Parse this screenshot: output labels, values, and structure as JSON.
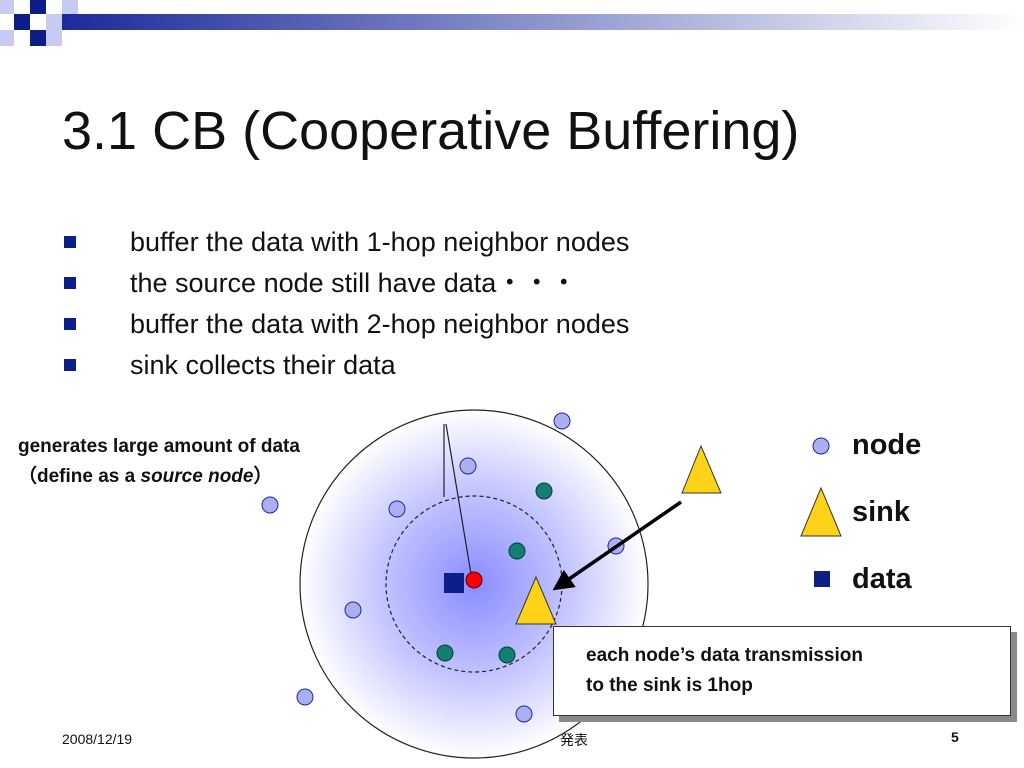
{
  "slide": {
    "title": "3.1 CB (Cooperative Buffering)",
    "bullets": [
      {
        "text": "buffer the data with 1-hop neighbor nodes"
      },
      {
        "text": "the source node still have data・・・"
      },
      {
        "text": "buffer the data with 2-hop neighbor nodes"
      },
      {
        "text": "sink collects their data"
      }
    ]
  },
  "diagram": {
    "source_note_line1": "generates large amount of data",
    "source_note_open": "（define as a ",
    "source_note_term": "source node",
    "source_note_close": "）",
    "legend": {
      "node": "node",
      "sink": "sink",
      "data": "data"
    },
    "callout_line1": "each node’s data transmission",
    "callout_line2": "to the sink is 1hop",
    "colors": {
      "node_fill": "#aab0ee",
      "neighbor_fill": "#128070",
      "source_fill": "#ff0000",
      "sink_fill": "#ffd21a",
      "data_fill": "#0b1e8a",
      "bullet": "#0b1e8a",
      "gradient_center": "#8a8cff"
    }
  },
  "footer": {
    "date": "2008/12/19",
    "center_fragment": "発表",
    "page_number": "5"
  }
}
